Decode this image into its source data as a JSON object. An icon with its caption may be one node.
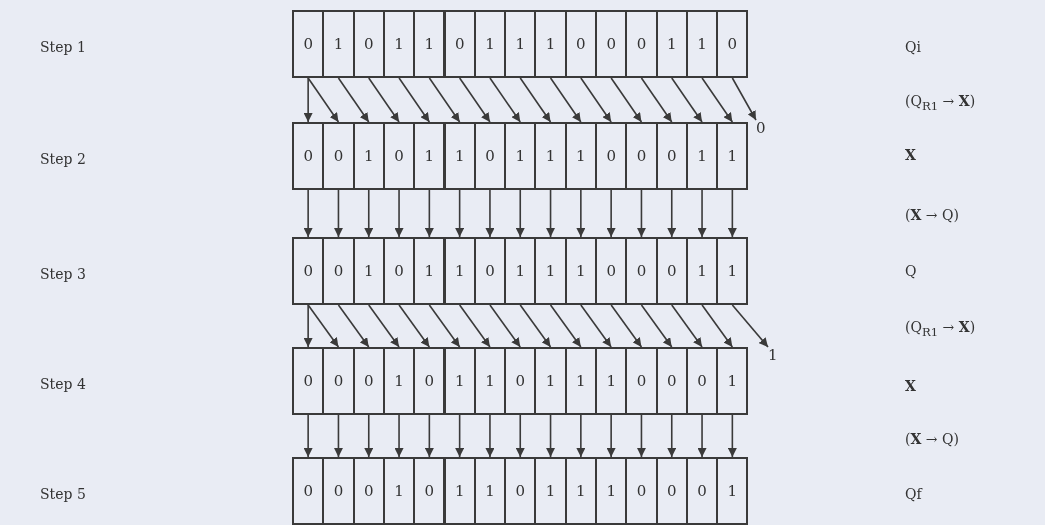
{
  "diagram": {
    "nodes": [
      {
        "text": [
          "0"
        ]
      },
      {
        "text": [
          "1"
        ]
      },
      {
        "text": [
          "0"
        ]
      },
      {
        "text": [
          "1"
        ]
      },
      {
        "text": [
          "1"
        ]
      },
      {
        "text": [
          "0"
        ]
      },
      {
        "text": [
          "1"
        ]
      },
      {
        "text": [
          "1"
        ]
      },
      {
        "text": [
          "1"
        ]
      },
      {
        "text": [
          "0"
        ]
      },
      {
        "text": [
          "0"
        ]
      },
      {
        "text": [
          "0"
        ]
      },
      {
        "text": [
          "1"
        ]
      },
      {
        "text": [
          "1"
        ]
      },
      {
        "text": [
          "0"
        ]
      },
      {
        "text": [
          "0"
        ]
      },
      {
        "text": [
          "0"
        ]
      },
      {
        "text": [
          "1"
        ]
      },
      {
        "text": [
          "0"
        ]
      },
      {
        "text": [
          "1"
        ]
      },
      {
        "text": [
          "1"
        ]
      },
      {
        "text": [
          "0"
        ]
      },
      {
        "text": [
          "1"
        ]
      },
      {
        "text": [
          "1"
        ]
      },
      {
        "text": [
          "1"
        ]
      },
      {
        "text": [
          "0"
        ]
      },
      {
        "text": [
          "0"
        ]
      },
      {
        "text": [
          "0"
        ]
      },
      {
        "text": [
          "1"
        ]
      },
      {
        "text": [
          "1"
        ]
      },
      {
        "text": [
          "0"
        ]
      },
      {
        "text": [
          "0"
        ]
      },
      {
        "text": [
          "1"
        ]
      },
      {
        "text": [
          "0"
        ]
      },
      {
        "text": [
          "1"
        ]
      },
      {
        "text": [
          "1"
        ]
      },
      {
        "text": [
          "0"
        ]
      },
      {
        "text": [
          "1"
        ]
      },
      {
        "text": [
          "1"
        ]
      },
      {
        "text": [
          "1"
        ]
      },
      {
        "text": [
          "0"
        ]
      },
      {
        "text": [
          "0"
        ]
      },
      {
        "text": [
          "0"
        ]
      },
      {
        "text": [
          "1"
        ]
      },
      {
        "text": [
          "1"
        ]
      },
      {
        "text": [
          "0"
        ]
      },
      {
        "text": [
          "0"
        ]
      },
      {
        "text": [
          "0"
        ]
      },
      {
        "text": [
          "1"
        ]
      },
      {
        "text": [
          "0"
        ]
      },
      {
        "text": [
          "1"
        ]
      },
      {
        "text": [
          "1"
        ]
      },
      {
        "text": [
          "0"
        ]
      },
      {
        "text": [
          "1"
        ]
      },
      {
        "text": [
          "1"
        ]
      },
      {
        "text": [
          "1"
        ]
      },
      {
        "text": [
          "0"
        ]
      },
      {
        "text": [
          "0"
        ]
      },
      {
        "text": [
          "0"
        ]
      },
      {
        "text": [
          "1"
        ]
      },
      {
        "text": [
          "0"
        ]
      },
      {
        "text": [
          "0"
        ]
      },
      {
        "text": [
          "0"
        ]
      },
      {
        "text": [
          "1"
        ]
      },
      {
        "text": [
          "0"
        ]
      },
      {
        "text": [
          "1"
        ]
      },
      {
        "text": [
          "1"
        ]
      },
      {
        "text": [
          "0"
        ]
      },
      {
        "text": [
          "1"
        ]
      },
      {
        "text": [
          "1"
        ]
      },
      {
        "text": [
          "1"
        ]
      },
      {
        "text": [
          "0"
        ]
      },
      {
        "text": [
          "0"
        ]
      },
      {
        "text": [
          "0"
        ]
      },
      {
        "text": [
          "1"
        ]
      },
      {
        "text": [
          "0"
        ]
      },
      {
        "text": [
          "1"
        ]
      }
    ],
    "edges": [
      {
        "from": 0,
        "to": 15,
        "arrow": "to"
      },
      {
        "from": 0,
        "to": 16,
        "arrow": "to"
      },
      {
        "from": 1,
        "to": 17,
        "arrow": "to"
      },
      {
        "from": 2,
        "to": 18,
        "arrow": "to"
      },
      {
        "from": 3,
        "to": 19,
        "arrow": "to"
      },
      {
        "from": 4,
        "to": 20,
        "arrow": "to"
      },
      {
        "from": 5,
        "to": 21,
        "arrow": "to"
      },
      {
        "from": 6,
        "to": 22,
        "arrow": "to"
      },
      {
        "from": 7,
        "to": 23,
        "arrow": "to"
      },
      {
        "from": 8,
        "to": 24,
        "arrow": "to"
      },
      {
        "from": 9,
        "to": 25,
        "arrow": "to"
      },
      {
        "from": 10,
        "to": 26,
        "arrow": "to"
      },
      {
        "from": 11,
        "to": 27,
        "arrow": "to"
      },
      {
        "from": 12,
        "to": 28,
        "arrow": "to"
      },
      {
        "from": 13,
        "to": 29,
        "arrow": "to"
      },
      {
        "from": 14,
        "to": 75,
        "arrow": "to"
      },
      {
        "from": 15,
        "to": 30,
        "arrow": "to"
      },
      {
        "from": 16,
        "to": 31,
        "arrow": "to"
      },
      {
        "from": 17,
        "to": 32,
        "arrow": "to"
      },
      {
        "from": 18,
        "to": 33,
        "arrow": "to"
      },
      {
        "from": 19,
        "to": 34,
        "arrow": "to"
      },
      {
        "from": 20,
        "to": 35,
        "arrow": "to"
      },
      {
        "from": 21,
        "to": 36,
        "arrow": "to"
      },
      {
        "from": 22,
        "to": 37,
        "arrow": "to"
      },
      {
        "from": 23,
        "to": 38,
        "arrow": "to"
      },
      {
        "from": 24,
        "to": 39,
        "arrow": "to"
      },
      {
        "from": 25,
        "to": 40,
        "arrow": "to"
      },
      {
        "from": 26,
        "to": 41,
        "arrow": "to"
      },
      {
        "from": 27,
        "to": 42,
        "arrow": "to"
      },
      {
        "from": 28,
        "to": 43,
        "arrow": "to"
      },
      {
        "from": 29,
        "to": 44,
        "arrow": "to"
      },
      {
        "from": 30,
        "to": 45,
        "arrow": "to"
      },
      {
        "from": 30,
        "to": 46,
        "arrow": "to"
      },
      {
        "from": 31,
        "to": 47,
        "arrow": "to"
      },
      {
        "from": 32,
        "to": 48,
        "arrow": "to"
      },
      {
        "from": 33,
        "to": 49,
        "arrow": "to"
      },
      {
        "from": 34,
        "to": 50,
        "arrow": "to"
      },
      {
        "from": 35,
        "to": 51,
        "arrow": "to"
      },
      {
        "from": 36,
        "to": 52,
        "arrow": "to"
      },
      {
        "from": 37,
        "to": 53,
        "arrow": "to"
      },
      {
        "from": 38,
        "to": 54,
        "arrow": "to"
      },
      {
        "from": 39,
        "to": 55,
        "arrow": "to"
      },
      {
        "from": 40,
        "to": 56,
        "arrow": "to"
      },
      {
        "from": 41,
        "to": 57,
        "arrow": "to"
      },
      {
        "from": 42,
        "to": 58,
        "arrow": "to"
      },
      {
        "from": 43,
        "to": 59,
        "arrow": "to"
      },
      {
        "from": 44,
        "to": 76,
        "arrow": "to"
      },
      {
        "from": 45,
        "to": 60,
        "arrow": "to"
      },
      {
        "from": 46,
        "to": 61,
        "arrow": "to"
      },
      {
        "from": 47,
        "to": 62,
        "arrow": "to"
      },
      {
        "from": 48,
        "to": 63,
        "arrow": "to"
      },
      {
        "from": 49,
        "to": 64,
        "arrow": "to"
      },
      {
        "from": 50,
        "to": 65,
        "arrow": "to"
      },
      {
        "from": 51,
        "to": 66,
        "arrow": "to"
      },
      {
        "from": 52,
        "to": 67,
        "arrow": "to"
      },
      {
        "from": 53,
        "to": 68,
        "arrow": "to"
      },
      {
        "from": 54,
        "to": 69,
        "arrow": "to"
      },
      {
        "from": 55,
        "to": 70,
        "arrow": "to"
      },
      {
        "from": 56,
        "to": 71,
        "arrow": "to"
      },
      {
        "from": 57,
        "to": 72,
        "arrow": "to"
      },
      {
        "from": 58,
        "to": 73,
        "arrow": "to"
      },
      {
        "from": 59,
        "to": 74,
        "arrow": "to"
      }
    ],
    "labels": [
      "Step 1",
      "Qi",
      "(Q$_{R1}$ → **X**)",
      "Step 2",
      "X",
      "(**X** → Q)",
      "Step 3",
      "Q",
      "(Q$_{R1}$ → **X**)",
      "Step 4",
      "X",
      "(**X** → Q)",
      "Step 5",
      "Qf"
    ]
  }
}
